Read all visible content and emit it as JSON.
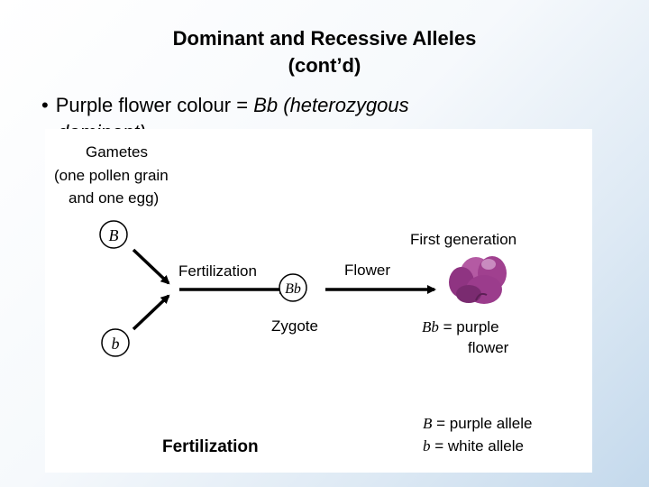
{
  "slide": {
    "title_line1": "Dominant and Recessive Alleles",
    "title_line2": "(cont’d)",
    "bullet_dot": "•",
    "bullet_text_a": "Purple flower colour = ",
    "bullet_text_em1": "Bb",
    "bullet_text_b": " (heterozygous",
    "bullet_text_c": "dominant)"
  },
  "figure": {
    "gametes_line1": "Gametes",
    "gametes_line2": "(one pollen grain",
    "gametes_line3": "and one egg)",
    "allele_B": "B",
    "allele_b": "b",
    "fertilization_label": "Fertilization",
    "zygote_genotype": "Bb",
    "zygote_label": "Zygote",
    "flower_label": "Flower",
    "first_generation": "First generation",
    "result_genotype": "Bb",
    "result_eq": " = purple",
    "result_line2": "flower",
    "key_B": "B",
    "key_B_text": " = purple allele",
    "key_b": "b",
    "key_b_text": " = white allele",
    "caption": "Fertilization",
    "colors": {
      "flower_petal": "#a0408f",
      "flower_dark": "#6e2468",
      "flower_light": "#c98bc0"
    }
  }
}
